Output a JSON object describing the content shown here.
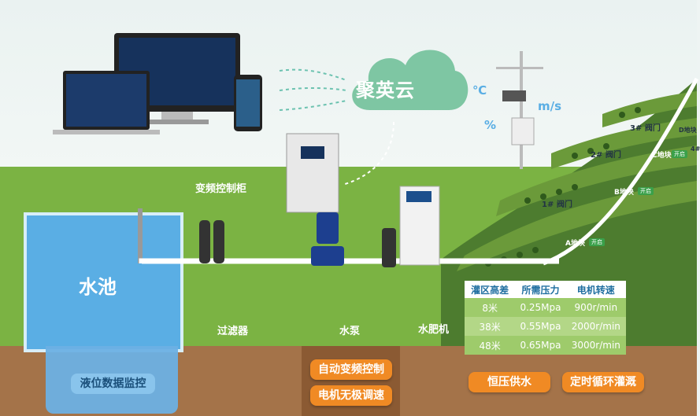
{
  "cloud": {
    "label": "聚英云"
  },
  "sensor_units": {
    "temperature": "℃",
    "wind": "m/s",
    "humidity": "%"
  },
  "pool": {
    "label": "水池",
    "button": "液位数据监控"
  },
  "devices": {
    "cabinet": "变频控制柜",
    "filter": "过滤器",
    "pump": "水泵",
    "fertilizer": "水肥机"
  },
  "pump_buttons": [
    "自动变频控制",
    "电机无极调速"
  ],
  "features": [
    "恒压供水",
    "定时循环灌溉"
  ],
  "valves": {
    "v1": "1# 阀门",
    "v2": "2# 阀门",
    "v3": "3# 阀门",
    "v4": "4#",
    "vd": "D地块"
  },
  "plots": {
    "a": "A地块",
    "b": "B地块",
    "c": "C地块",
    "open": "开启"
  },
  "table": {
    "headers": [
      "灌区高差",
      "所需压力",
      "电机转速"
    ],
    "rows": [
      [
        "8米",
        "0.25Mpa",
        "900r/min"
      ],
      [
        "38米",
        "0.55Mpa",
        "2000r/min"
      ],
      [
        "48米",
        "0.65Mpa",
        "3000r/min"
      ]
    ]
  },
  "colors": {
    "accent_orange": "#f08a24",
    "grass": "#7bb343",
    "water": "#5aaee4",
    "soil": "#a47349"
  }
}
